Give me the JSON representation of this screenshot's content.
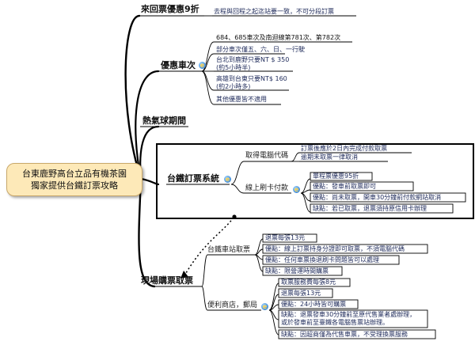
{
  "root": {
    "line1": "台東鹿野高台立品有機茶園",
    "line2": "獨家提供台鐵訂票攻略"
  },
  "branch_roundtrip": {
    "title": "來回票優惠9折",
    "note": "去程與回程之起迄站要一致，不可分段訂票"
  },
  "branch_discount": {
    "title": "優惠車次",
    "items": [
      "684、685車次及南迴線第781次、第782次",
      "部分車次僅五、六、日、一行駛",
      "台北到鹿野只要NT $ 350",
      "(約5小時半)",
      "高雄到台東只要NT$ 160",
      "(約2小時多)",
      "其他優惠皆不適用"
    ]
  },
  "branch_balloon": {
    "title": "熱氣球期間"
  },
  "branch_booking": {
    "title": "台鐵訂票系統",
    "agent": {
      "label": "取得電腦代碼",
      "notes": [
        "訂票後應於2日內完成付款取票",
        "逾期未取票一律取消"
      ]
    },
    "online": {
      "label": "線上刷卡付款",
      "items": [
        "單程票優惠95折",
        "優點：發車前取票即可",
        "優點：尚未取票，開車30分鐘前付款網站取消",
        "缺點：若已取票，退票須持原信用卡辦理"
      ]
    }
  },
  "branch_buy": {
    "title": "現場購票取票",
    "station": {
      "label": "台鐵車站取票",
      "items": [
        "退票每張13元",
        "優點：線上訂票持身分證即可取票，不須電腦代碼",
        "優點：任何車票換退刷卡問題皆可以處理",
        "缺點：限營運時間購票"
      ]
    },
    "store": {
      "label": "便利商店，郵局",
      "items": [
        "取票服務費每張8元",
        "退票每張13元",
        "優點：24小時皆可購票",
        "缺點：退票發車30分鐘前至原代售業者處辦理，",
        "或於發車前至臺鐵各電腦售票站辦理。",
        "缺點：因超商僅為代售車票，不受理換票服務"
      ]
    }
  }
}
